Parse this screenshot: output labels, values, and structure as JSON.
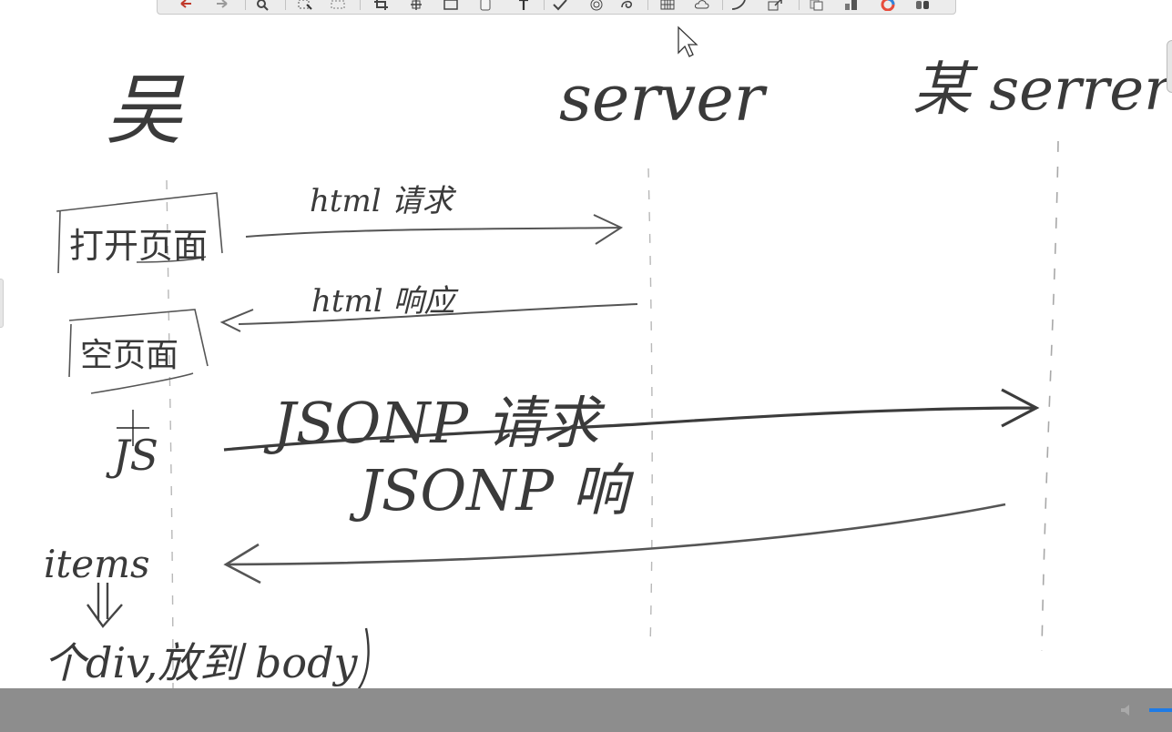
{
  "toolbar": {
    "tools": [
      {
        "name": "undo-icon"
      },
      {
        "name": "redo-icon"
      },
      {
        "name": "zoom-icon"
      },
      {
        "name": "select-icon"
      },
      {
        "name": "marquee-icon"
      },
      {
        "name": "crop-icon"
      },
      {
        "name": "move-icon"
      },
      {
        "name": "rectangle-icon"
      },
      {
        "name": "eraser-icon"
      },
      {
        "name": "text-tool-icon"
      },
      {
        "name": "check-icon"
      },
      {
        "name": "target-icon"
      },
      {
        "name": "swirl-icon"
      },
      {
        "name": "grid-icon"
      },
      {
        "name": "cloud-icon"
      },
      {
        "name": "curve-icon"
      },
      {
        "name": "export-icon"
      },
      {
        "name": "layers-icon"
      },
      {
        "name": "brush-icon"
      },
      {
        "name": "color-wheel-icon"
      },
      {
        "name": "swatches-icon"
      }
    ]
  },
  "board": {
    "labels": {
      "person": "吴",
      "server": "server",
      "other_server": "某 serrer",
      "open_page": "打开页面",
      "html_request": "html 请求",
      "html_response": "html 响应",
      "empty_page": "空页面",
      "jsonp_request": "JSONP 请求",
      "jsonp_response": "JSONP 响",
      "js": "JS",
      "items": "items",
      "div_body": "个div,放到 body"
    },
    "ink_color": "#3a3a3a"
  },
  "colors": {
    "bottom_bar": "#8d8d8d",
    "progress": "#1e7be6"
  },
  "video": {
    "progress": 0.98
  }
}
